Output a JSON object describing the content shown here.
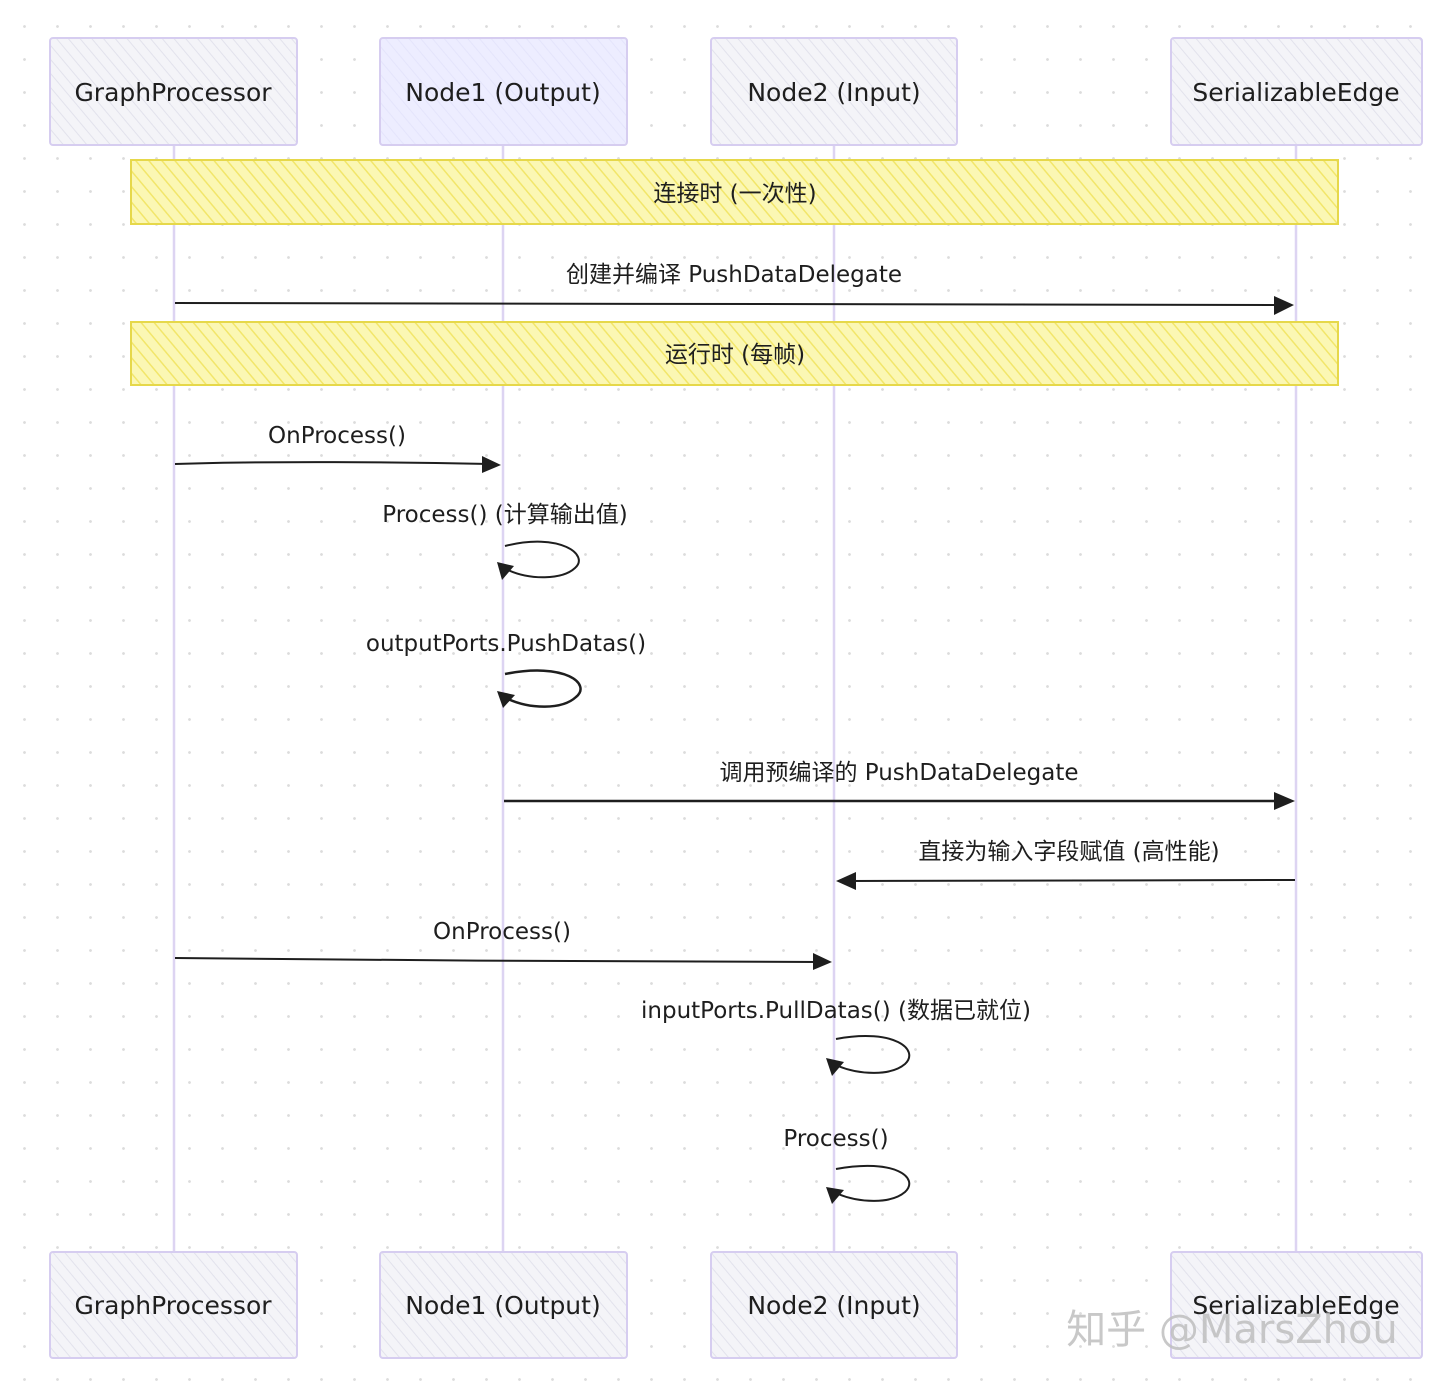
{
  "actors": [
    {
      "id": "graph-processor",
      "label": "GraphProcessor"
    },
    {
      "id": "node1-output",
      "label": "Node1 (Output)"
    },
    {
      "id": "node2-input",
      "label": "Node2 (Input)"
    },
    {
      "id": "serializable-edge",
      "label": "SerializableEdge"
    }
  ],
  "notes": {
    "connect": "连接时 (一次性)",
    "runtime": "运行时 (每帧)"
  },
  "messages": {
    "compile_delegate": "创建并编译 PushDataDelegate",
    "onprocess_node1": "OnProcess()",
    "process_compute": "Process() (计算输出值)",
    "output_push": "outputPorts.PushDatas()",
    "invoke_delegate": "调用预编译的 PushDataDelegate",
    "assign_fields": "直接为输入字段赋值 (高性能)",
    "onprocess_node2": "OnProcess()",
    "input_pull": "inputPorts.PullDatas() (数据已就位)",
    "process_node2": "Process()"
  },
  "watermark": "知乎 @MarsZhou",
  "colors": {
    "actor_fill": "#f2f2f8",
    "actor_fill_active": "#ececff",
    "actor_stroke": "#d6cdf0",
    "lifeline": "#ddd4f2",
    "note_fill": "#fbf6a8",
    "note_stroke": "#e6d84a",
    "arrow": "#1e1e1e"
  }
}
